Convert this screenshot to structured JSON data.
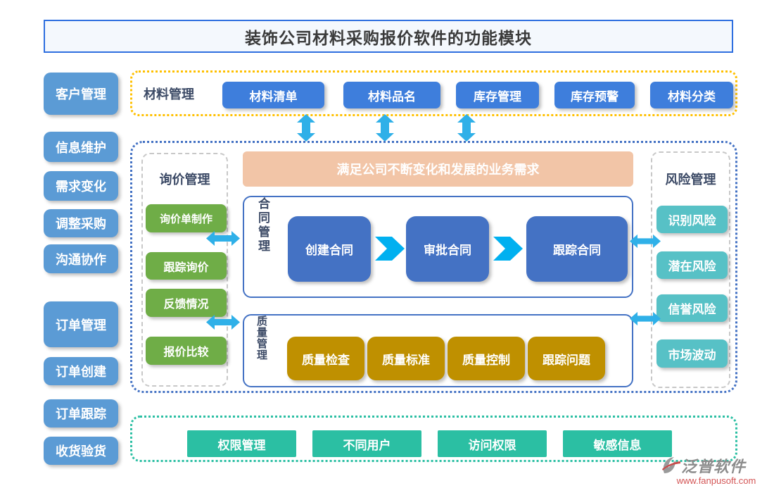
{
  "title": "装饰公司材料采购报价软件的功能模块",
  "sidebar": {
    "items": [
      "客户管理",
      "信息维护",
      "需求变化",
      "调整采购",
      "沟通协作",
      "订单管理",
      "订单创建",
      "订单跟踪",
      "收货验货"
    ]
  },
  "materials": {
    "label": "材料管理",
    "items": [
      "材料清单",
      "材料品名",
      "库存管理",
      "库存预警",
      "材料分类"
    ]
  },
  "main": {
    "banner": "满足公司不断变化和发展的业务需求",
    "inquiry": {
      "label": "询价管理",
      "items": [
        "询价单制作",
        "跟踪询价",
        "反馈情况",
        "报价比较"
      ]
    },
    "contract": {
      "label": "合同管理",
      "steps": [
        "创建合同",
        "审批合同",
        "跟踪合同"
      ]
    },
    "quality": {
      "label": "质量管理",
      "items": [
        "质量检查",
        "质量标准",
        "质量控制",
        "跟踪问题"
      ]
    },
    "risk": {
      "label": "风险管理",
      "items": [
        "识别风险",
        "潜在风险",
        "信誉风险",
        "市场波动"
      ]
    }
  },
  "permissions": {
    "items": [
      "权限管理",
      "不同用户",
      "访问权限",
      "敏感信息"
    ]
  },
  "logo": {
    "name": "泛普软件",
    "url": "www.fanpusoft.com"
  },
  "colors": {
    "sidebar_blue": "#5b9bd5",
    "material_blue": "#3e7edc",
    "contract_blue": "#4472c4",
    "inquiry_green": "#6fad47",
    "quality_gold": "#bf9000",
    "risk_teal": "#57c1c6",
    "permission_teal": "#2bbfa3",
    "banner_peach": "#f2c5a7",
    "border_yellow": "#ffc000",
    "border_blue": "#4472c4",
    "border_teal": "#2bbfa3",
    "arrow_cyan": "#2fb0e8",
    "chevron_cyan": "#00b0f0"
  }
}
